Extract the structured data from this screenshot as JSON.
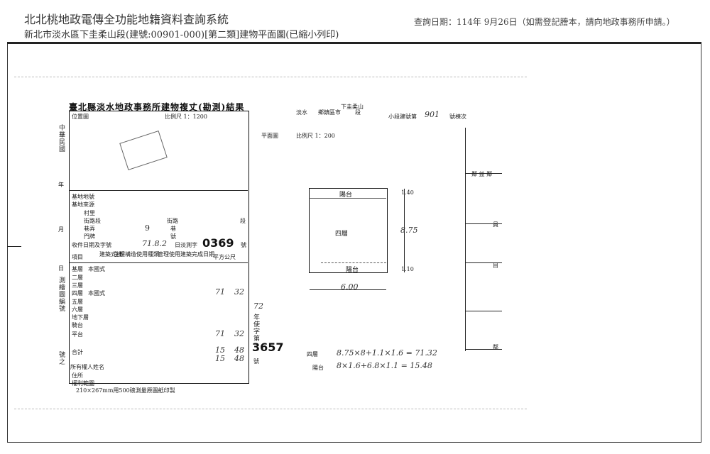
{
  "header": {
    "title": "北北桃地政電傳全功能地籍資料查詢系統",
    "subtitle": "新北市淡水區下圭柔山段(建號:00901-000)[第二類]建物平面圖(已縮小列印)",
    "query_date": "查詢日期：114年 9月26日（如需登記謄本，請向地政事務所申請。）"
  },
  "scan": {
    "doc_title": "臺北縣淡水地政事務所建物複丈(勘測)結果",
    "location_map": "位置圖",
    "scale_top": "比例尺 1：1200",
    "left_vertical": "中華民國",
    "left_year": "年",
    "left_month": "月",
    "left_day": "日",
    "left_survey": "測繪圖編號",
    "left_no": "號之",
    "rows": [
      "基地地號",
      "基地來源",
      "村里",
      "街路段",
      "巷弄",
      "門牌",
      "收件日期及字號",
      "項目"
    ],
    "road": "街路",
    "seg": "段",
    "lane_no": "9",
    "alley": "巷",
    "doorno": "號",
    "recv_date": "71.8.2",
    "recv_suffix": "日淡測字",
    "recv_no": "0369",
    "recv_hao": "號",
    "col_headers": [
      "建築式樣",
      "主體構造",
      "使用種類",
      "管理使用",
      "建築完成日期",
      "平方公尺"
    ],
    "floors": [
      "基層",
      "二層",
      "三層",
      "四層",
      "五層",
      "六層",
      "地下層",
      "騎台"
    ],
    "floor_type": "本國式",
    "area_4f": "71",
    "area_4f_dec": "32",
    "total_label": "平台",
    "total_area": "71",
    "total_dec": "32",
    "balcony_label": "合計",
    "balcony_area": "15",
    "balcony_dec": "48",
    "balcony_area2": "15",
    "balcony_dec2": "48",
    "owner": "所有權人姓名",
    "addr": "住所",
    "rights": "權利範圍",
    "footer": "210×267mm用500磅測量原圖紙印製",
    "side_code": "72",
    "side_vertical": "年使字第",
    "side_num": "3657",
    "side_hao": "號",
    "plan_header_left": "淡水",
    "plan_header_mid": "鄉鎮區市",
    "plan_header_seg": "下圭柔山",
    "plan_header_duan": "段",
    "plan_header_jian": "小段建號第",
    "plan_header_no": "901",
    "plan_header_tail": "號棟次",
    "plan_label": "平面圖",
    "plan_scale": "比例尺 1：200",
    "balc_top": "陽台",
    "room": "四層",
    "balc_bot": "陽台",
    "dim_w": "6.00",
    "dim_h": "8.75",
    "dim_a": "1.40",
    "dim_b": "1.10",
    "calc1_label": "四層",
    "calc1": "8.75×8+1.1×1.6 = 71.32",
    "calc2_label": "陽台",
    "calc2": "8×1.6+6.8×1.1 = 15.48",
    "right_mark1": "鄰 益 鄰",
    "right_mark2": "員",
    "right_mark3": "目",
    "right_mark4": "鄰"
  }
}
